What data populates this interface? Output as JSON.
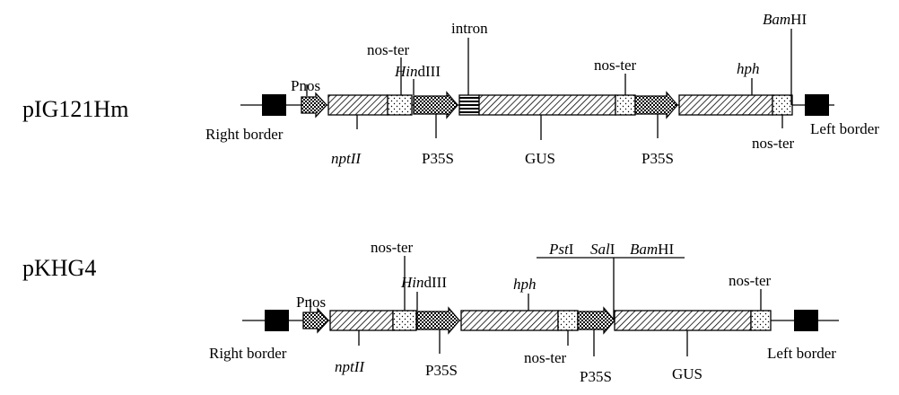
{
  "constructs": [
    {
      "name": "pIG121Hm",
      "labels": {
        "right_border": "Right border",
        "left_border": "Left border",
        "pnos": "Pnos",
        "nptII": "nptII",
        "nos_ter_1": "nos-ter",
        "hindIII_italic": "Hin",
        "hindIII_rest": "dIII",
        "p35s_1": "P35S",
        "intron": "intron",
        "gus": "GUS",
        "nos_ter_2": "nos-ter",
        "p35s_2": "P35S",
        "hph": "hph",
        "bamHI_italic": "Bam",
        "bamHI_rest": "HI",
        "nos_ter_3": "nos-ter"
      }
    },
    {
      "name": "pKHG4",
      "labels": {
        "right_border": "Right border",
        "left_border": "Left border",
        "pnos": "Pnos",
        "nptII": "nptII",
        "nos_ter_1": "nos-ter",
        "hindIII_italic": "Hin",
        "hindIII_rest": "dIII",
        "p35s_1": "P35S",
        "hph": "hph",
        "nos_ter_2": "nos-ter",
        "p35s_2": "P35S",
        "gus": "GUS",
        "nos_ter_3": "nos-ter",
        "pstI_italic": "Pst",
        "pstI_rest": "I",
        "salI_italic": "Sal",
        "salI_rest": "I",
        "bamHI_italic": "Bam",
        "bamHI_rest": "HI"
      }
    }
  ],
  "element_types": {
    "border": "solid-black",
    "promoter": "checker-arrow",
    "coding": "diagonal-hatch",
    "terminator": "dotted",
    "intron": "horizontal-stripes"
  }
}
